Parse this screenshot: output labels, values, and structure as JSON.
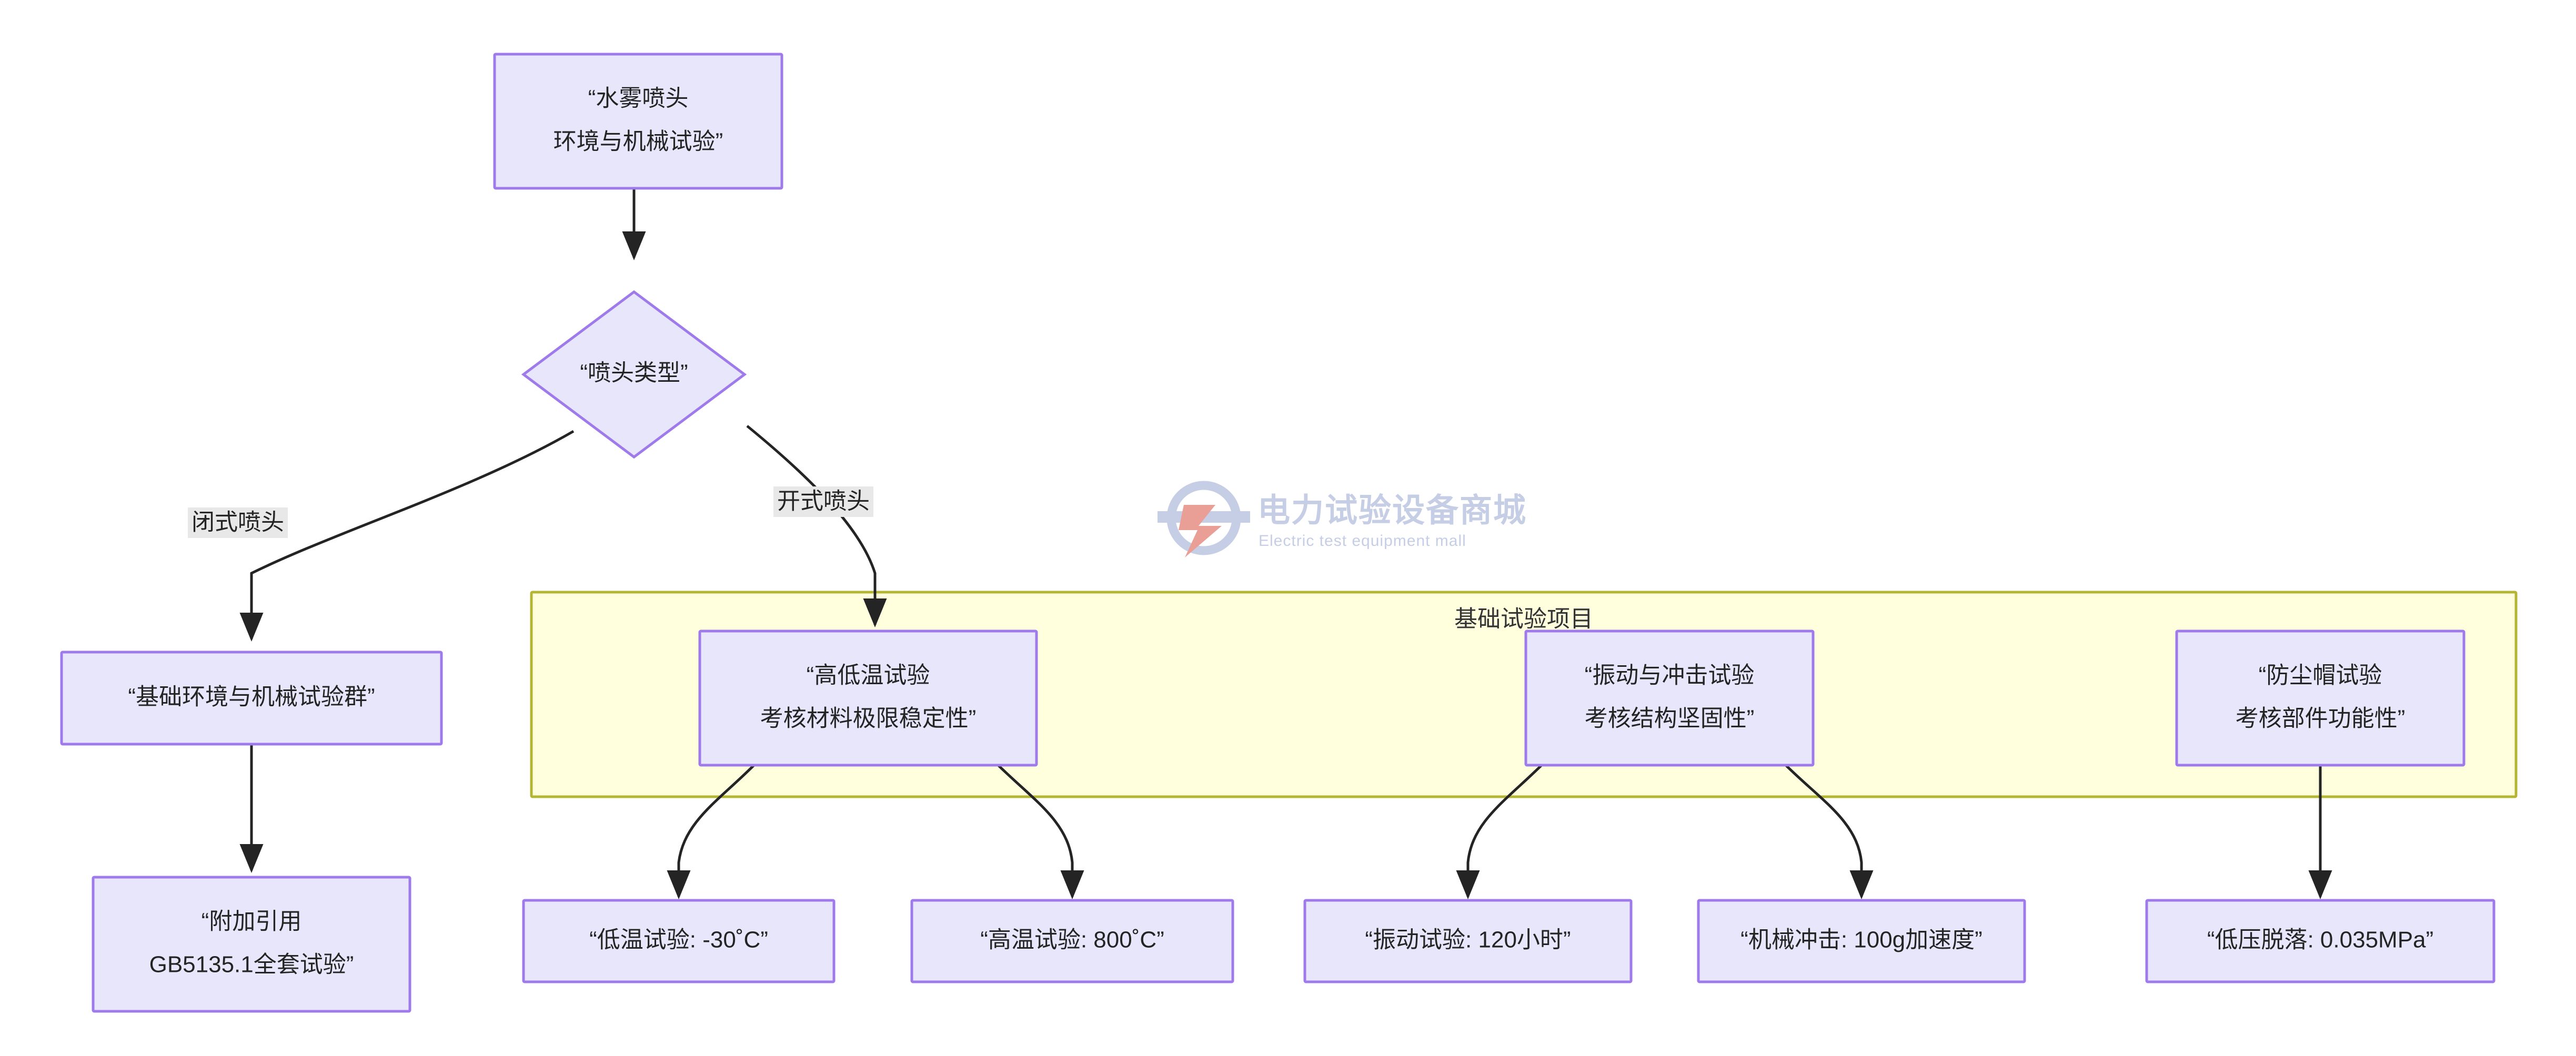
{
  "diagram": {
    "type": "flowchart",
    "direction": "top-down",
    "background_color": "#ffffff",
    "node_fill": "#e8e6fb",
    "node_stroke": "#9f7aea",
    "cluster_fill": "#ffffde",
    "cluster_stroke": "#b5b534",
    "edge_color": "#242424",
    "edge_label_bg": "#e8e8e8"
  },
  "nodes": {
    "root": {
      "id": "root",
      "shape": "rect",
      "lines": [
        "“水雾喷头",
        "环境与机械试验”"
      ]
    },
    "decision": {
      "id": "decision",
      "shape": "diamond",
      "lines": [
        "“喷头类型”"
      ]
    },
    "closed_group": {
      "id": "closed_group",
      "shape": "rect",
      "lines": [
        "“基础环境与机械试验群”"
      ]
    },
    "closed_ref": {
      "id": "closed_ref",
      "shape": "rect",
      "lines": [
        "“附加引用",
        "GB5135.1全套试验”"
      ]
    },
    "temp_test": {
      "id": "temp_test",
      "shape": "rect",
      "lines": [
        "“高低温试验",
        "考核材料极限稳定性”"
      ]
    },
    "vibe_test": {
      "id": "vibe_test",
      "shape": "rect",
      "lines": [
        "“振动与冲击试验",
        "考核结构坚固性”"
      ]
    },
    "dustcap_test": {
      "id": "dustcap_test",
      "shape": "rect",
      "lines": [
        "“防尘帽试验",
        "考核部件功能性”"
      ]
    },
    "low_temp": {
      "id": "low_temp",
      "shape": "rect",
      "lines": [
        "“低温试验: -30˚C”"
      ]
    },
    "high_temp": {
      "id": "high_temp",
      "shape": "rect",
      "lines": [
        "“高温试验: 800˚C”"
      ]
    },
    "vibration": {
      "id": "vibration",
      "shape": "rect",
      "lines": [
        "“振动试验: 120小时”"
      ]
    },
    "shock": {
      "id": "shock",
      "shape": "rect",
      "lines": [
        "“机械冲击: 100g加速度”"
      ]
    },
    "low_pressure": {
      "id": "low_pressure",
      "shape": "rect",
      "lines": [
        "“低压脱落: 0.035MPa”"
      ]
    }
  },
  "cluster": {
    "id": "basic_tests",
    "title": "基础试验项目"
  },
  "edges": [
    {
      "from": "root",
      "to": "decision",
      "label": ""
    },
    {
      "from": "decision",
      "to": "closed_group",
      "label": "闭式喷头"
    },
    {
      "from": "decision",
      "to": "temp_test",
      "label": "开式喷头"
    },
    {
      "from": "closed_group",
      "to": "closed_ref",
      "label": ""
    },
    {
      "from": "temp_test",
      "to": "low_temp",
      "label": ""
    },
    {
      "from": "temp_test",
      "to": "high_temp",
      "label": ""
    },
    {
      "from": "vibe_test",
      "to": "vibration",
      "label": ""
    },
    {
      "from": "vibe_test",
      "to": "shock",
      "label": ""
    },
    {
      "from": "dustcap_test",
      "to": "low_pressure",
      "label": ""
    }
  ],
  "edge_labels": {
    "closed": "闭式喷头",
    "open": "开式喷头"
  },
  "watermark": {
    "brand_cn": "电力试验设备商城",
    "brand_en": "Electric test equipment mall",
    "logo_color": "#c3cce4",
    "bolt_color": "#e89a91"
  }
}
